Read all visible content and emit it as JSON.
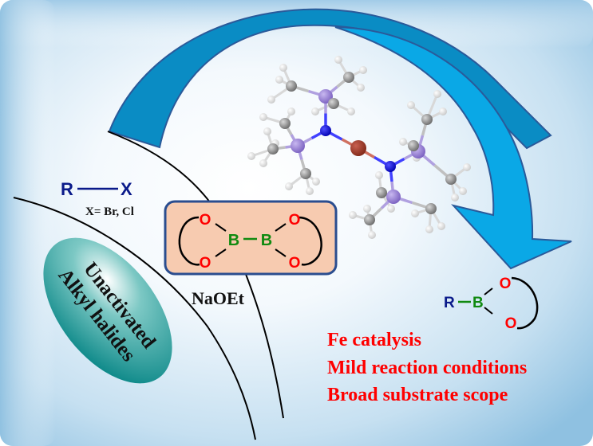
{
  "colors": {
    "panel_edge": "#8ec0e0",
    "panel_center": "#ffffff",
    "arrow_fill": "#0aa8e6",
    "arrow_dark": "#0a8cc4",
    "arrow_stroke": "#2a5a9a",
    "reagent_box_fill": "#f7cbb0",
    "reagent_box_stroke": "#2a4d8f",
    "ellipse_dark": "#0f8a8a",
    "ellipse_light": "#ffffff",
    "r_color": "#0a1a8a",
    "boron_color": "#108a10",
    "oxygen_color": "#ff0000",
    "highlight_red": "#ff0000",
    "atom_H": "#f2f2f2",
    "atom_C": "#8a8a8a",
    "atom_Si": "#9a80d8",
    "atom_N": "#1010e0",
    "atom_Fe": "#a83a2a"
  },
  "substrate": {
    "r_label": "R",
    "x_label": "X",
    "x_definition": "X= Br, Cl"
  },
  "substrate_class": {
    "line1": "Unactivated",
    "line2": "Alkyl halides"
  },
  "reagent": {
    "left_boron": "B",
    "right_boron": "B",
    "oxygen": "O",
    "base": "NaOEt"
  },
  "product": {
    "r_label": "R",
    "boron": "B",
    "oxygen": "O"
  },
  "catalyst": {
    "description": "Fe[N(SiMe3)2]2 ball-and-stick model"
  },
  "highlights": [
    "Fe catalysis",
    "Mild reaction conditions",
    "Broad substrate scope"
  ]
}
